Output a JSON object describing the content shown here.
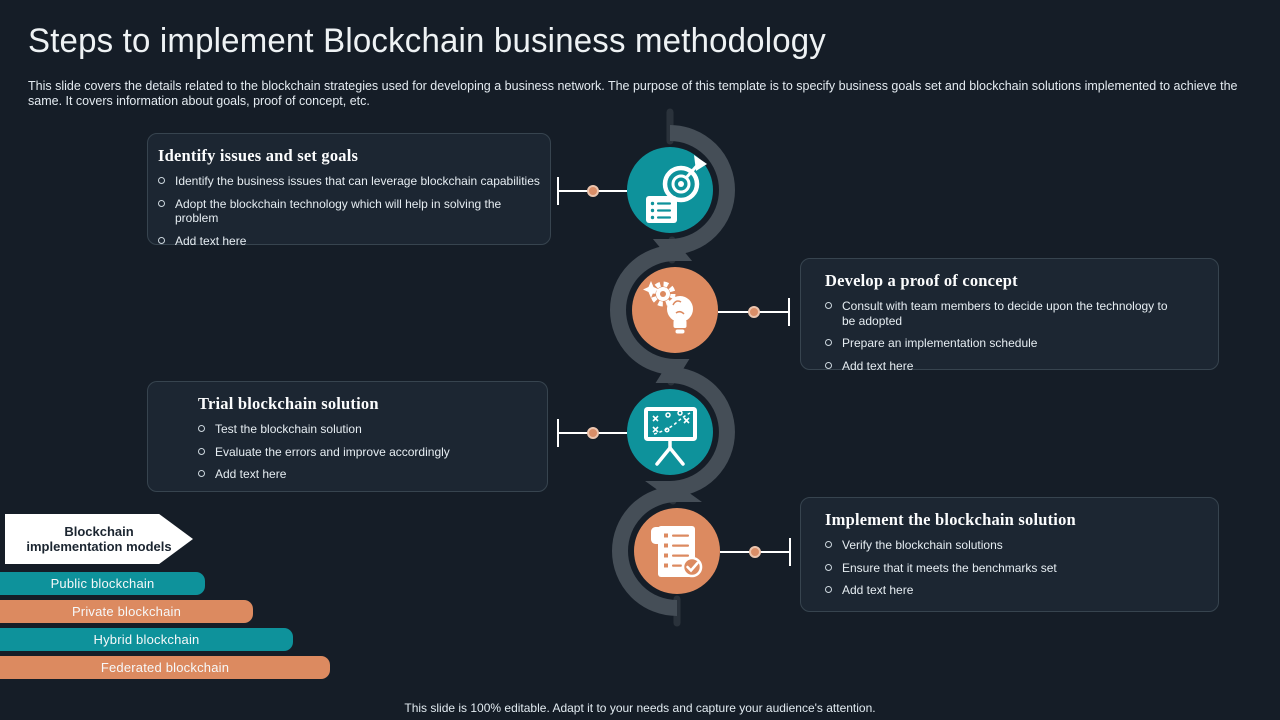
{
  "header": {
    "title": "Steps to implement Blockchain business methodology",
    "description": "This slide covers the details related to the blockchain strategies used for developing a business network. The purpose of this template is to specify business goals set and blockchain solutions implemented to achieve the same. It covers information about goals, proof of concept, etc."
  },
  "steps": [
    {
      "title": "Identify issues and set goals",
      "icon": "target-goal-icon",
      "bullets": [
        "Identify the business issues that can leverage blockchain capabilities",
        "Adopt the blockchain technology which will help in solving the problem",
        "Add text here"
      ]
    },
    {
      "title": "Develop a proof of concept",
      "icon": "idea-bulb-gear-icon",
      "bullets": [
        "Consult with team members to decide upon the technology to be adopted",
        "Prepare an implementation schedule",
        "Add text here"
      ]
    },
    {
      "title": "Trial blockchain solution",
      "icon": "strategy-board-icon",
      "bullets": [
        "Test the blockchain solution",
        "Evaluate the errors and improve accordingly",
        "Add text here"
      ]
    },
    {
      "title": "Implement the blockchain solution",
      "icon": "checklist-check-icon",
      "bullets": [
        "Verify the blockchain solutions",
        "Ensure that it meets the benchmarks set",
        "Add text here"
      ]
    }
  ],
  "models": {
    "label": "Blockchain implementation models",
    "items": [
      {
        "label": "Public blockchain",
        "color": "#0e929b"
      },
      {
        "label": "Private blockchain",
        "color": "#dc8a60"
      },
      {
        "label": "Hybrid blockchain",
        "color": "#0e929b"
      },
      {
        "label": "Federated blockchain",
        "color": "#dc8a60"
      }
    ]
  },
  "footer": {
    "note": "This slide is 100% editable. Adapt it to your needs and capture your audience's attention."
  },
  "colors": {
    "background": "#151d27",
    "card_bg": "#1c2632",
    "card_border": "#37444f",
    "teal": "#0e929b",
    "orange": "#dc8a60",
    "ribbon": "#454e57",
    "stub": "#2a323b",
    "connector_line": "#ffffff",
    "dot_fill": "#d98e68",
    "dot_ring": "#ecc5ae"
  }
}
